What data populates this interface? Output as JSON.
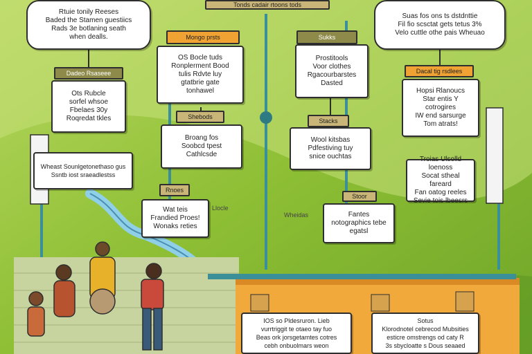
{
  "colors": {
    "background": "#8fbf3a",
    "accent_orange": "#f0a233",
    "pipe_teal": "#4aa3a3",
    "box_border": "#2e2e2e"
  },
  "top_banner": "Tonds cadair rtoons tods",
  "bubble_left": "Rtuie tonily Reeses\nBaded the Stamen guestiics\nRads 3e botlaning seath\nwhen dealls.",
  "bubble_right": "Suas fos ons ts dstdnttie\nFil fio scsctat gets tetus 3%\nVelo cuttle othe pais Wheuao",
  "tag_mid_left": "Mongo prsts",
  "tag_center": "Sukks",
  "tag_left": "Dadeo Rsaseee",
  "tag_right": "Dacal tig rsdlees",
  "tag_second": "Shebods",
  "tag_stacks": "Stacks",
  "tag_small": "Rnoes",
  "tag_foot": "Stoor",
  "box_mid_left": "OS Bocle tuds\nRonplerment Bood\ntulis Rdvte luy\ngtatbrie gate\ntonhawel",
  "box_center": "Prostitools\nVoor clothes\nRgacourbarstes\nDasted",
  "box_left": "Ots Rubcle\nsorfel whsoe\nFbelaes 30y\nRoqredat tkles",
  "box_right": "Hopsi Rlanoucs\nStar entis Y\ncotrogires\nIW end sarsurge\nTom atrats!",
  "box_second": "Broang fos\nSoobcd tpest\nCathlcsde",
  "box_center2": "Wool kitsbas\nPdfestiving tuy\nsnice ouchtas",
  "box_long": "Wheast Sounlgetonethaso gus\nSsntb iost sraeadlestss",
  "box_right2": "Troias Ulsolld loenoss\nSocat stheal fareard\nFan oatog reeles\nSevie tois lbeesrs",
  "box_lower_left": "Wat teis\nFrandied Proes!\nWonaks reties",
  "box_lower_center": "Fantes\nnotographics tebe\negatsl",
  "label_small1": "Llocle",
  "label_small2": "Wheidas",
  "box_bottom_left": "IOS so Pldesruron. Lieb\nvurrtriggit te otaeo tay fuo\nBeas ork jorsgetamtes cotres\ncebh onbuolmars weon",
  "box_bottom_right": "Sotus\nKlorodnotel cebrecod Mubsities\nesticre omstrengs od caty R\n3s sbycloatte s Dous seaaed"
}
